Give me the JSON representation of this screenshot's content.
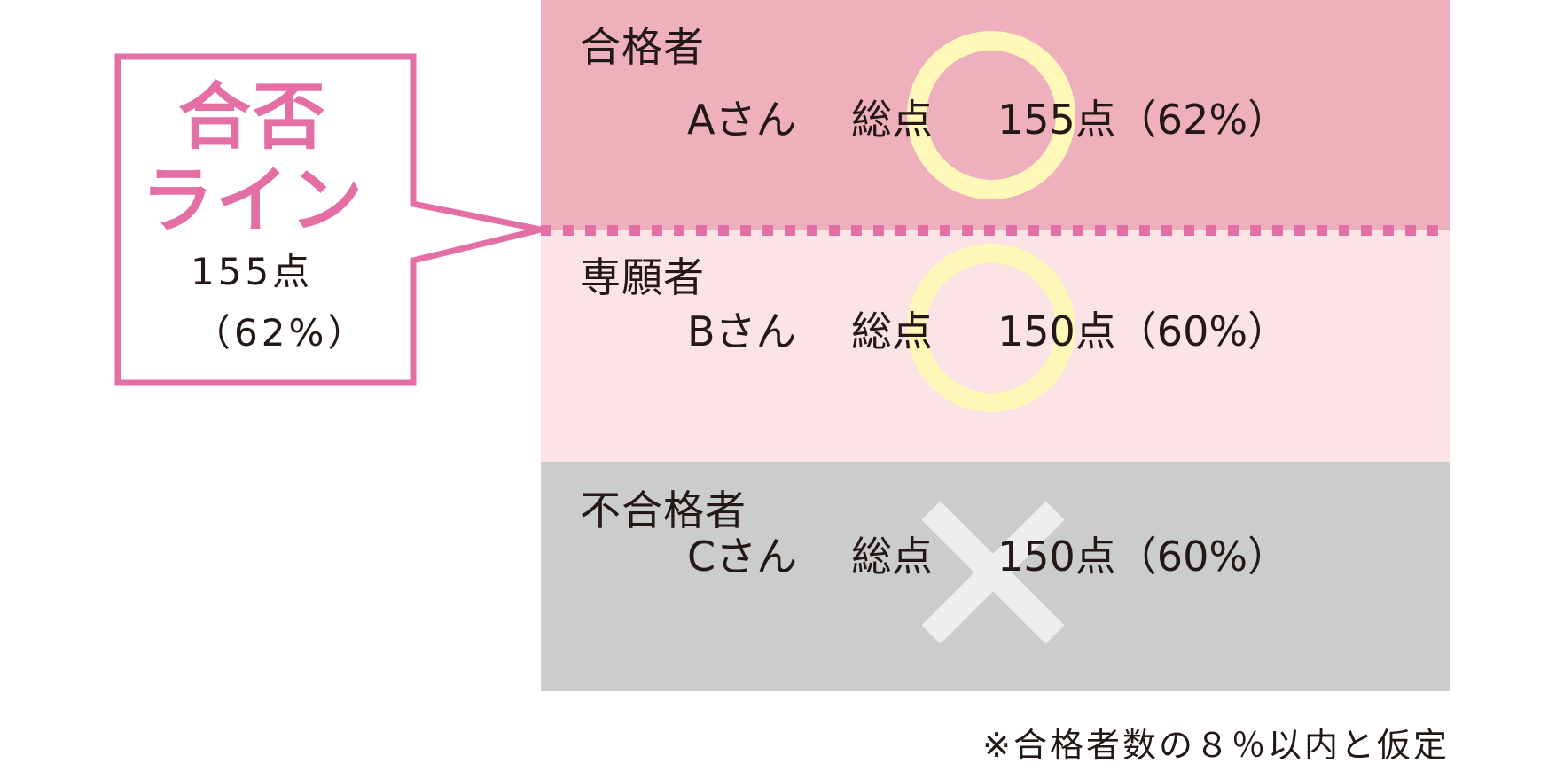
{
  "colors": {
    "pass_band": "#efb0bd",
    "waitlist_band": "#fbe3e6",
    "fail_band": "#cbcccc",
    "accent_pink": "#e46fa5",
    "circle_yellow": "#fff8b8",
    "cross_white": "#eeeeee",
    "text": "#231815"
  },
  "callout": {
    "title_line1": "合否",
    "title_line2": "ライン",
    "score": "155点",
    "percent": "（62%）"
  },
  "bands": [
    {
      "title": "合格者",
      "name": "Aさん",
      "label": "総点",
      "score": "155点（62%）",
      "mark_icon": "circle-icon"
    },
    {
      "title": "専願者",
      "name": "Bさん",
      "label": "総点",
      "score": "150点（60%）",
      "mark_icon": "circle-icon"
    },
    {
      "title": "不合格者",
      "name": "Cさん",
      "label": "総点",
      "score": "150点（60%）",
      "mark_icon": "cross-icon"
    }
  ],
  "footnote": "※合格者数の８％以内と仮定"
}
